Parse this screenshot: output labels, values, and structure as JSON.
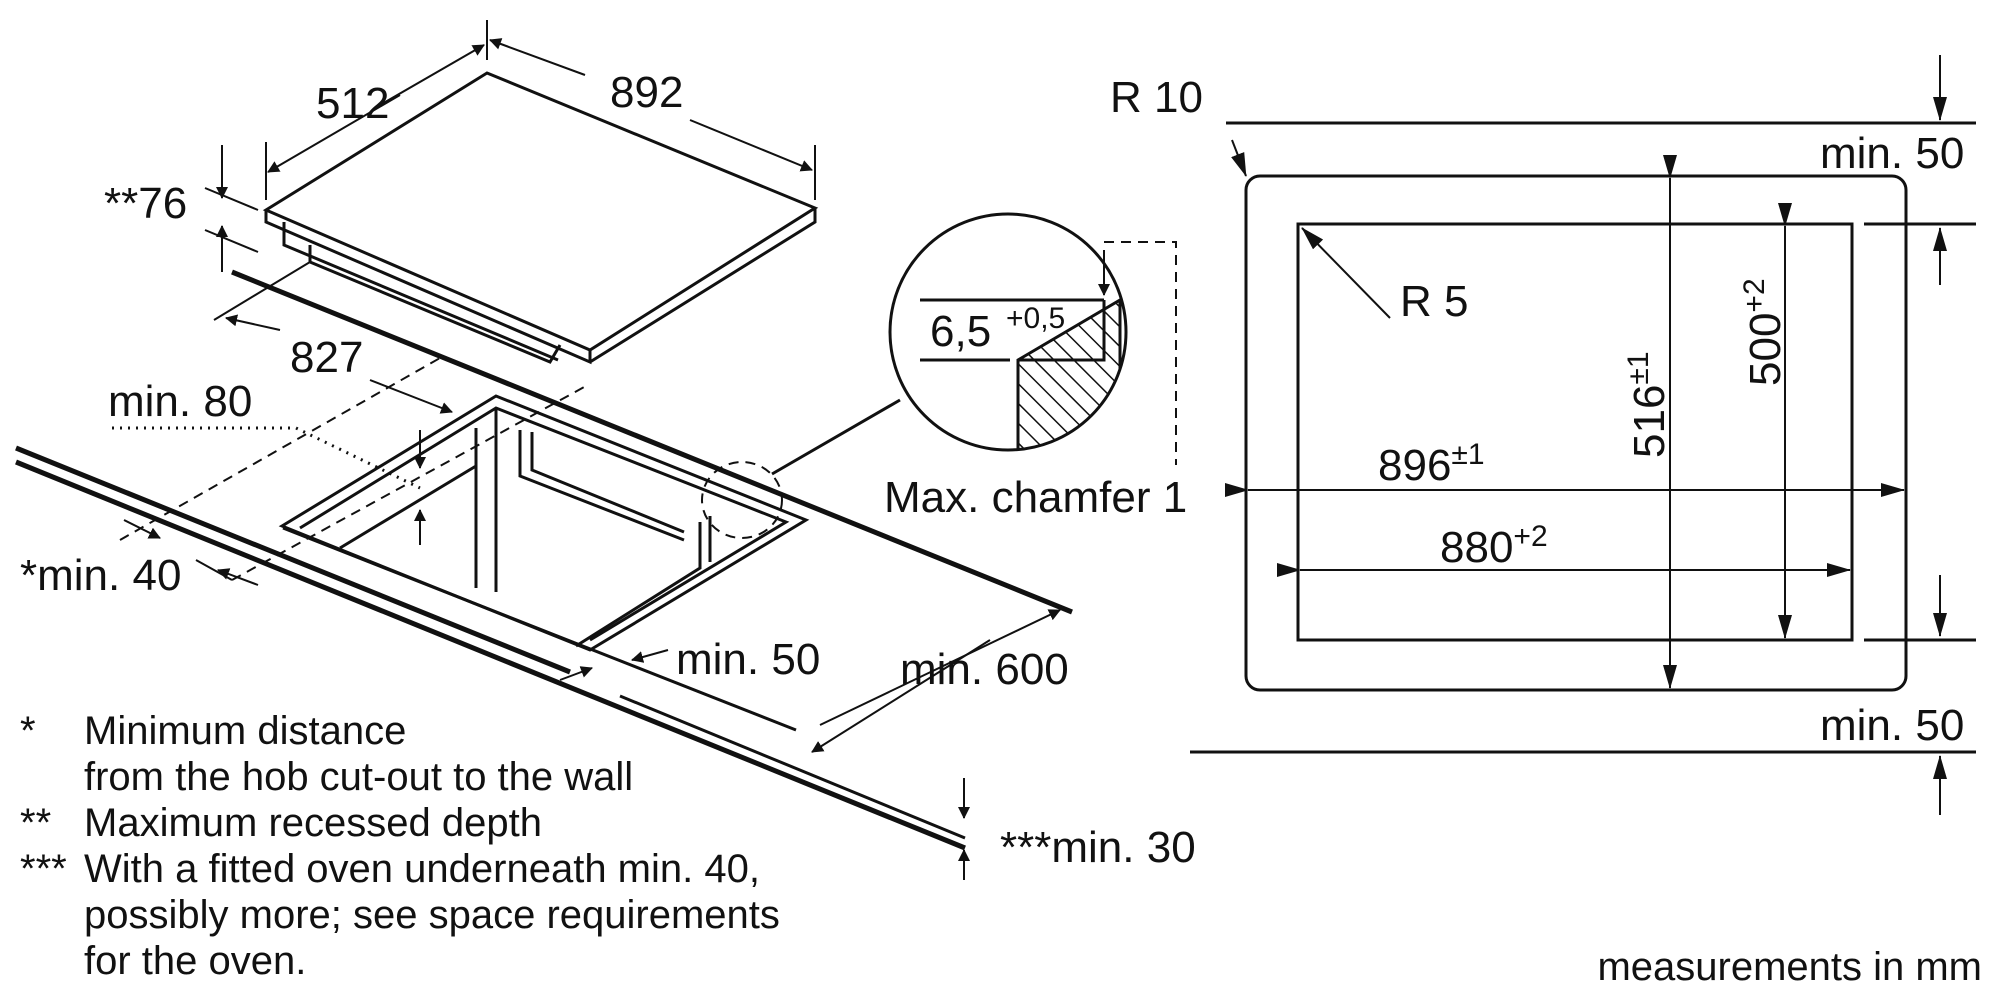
{
  "labels": {
    "dim_512": "512",
    "dim_892": "892",
    "dim_76": "**76",
    "dim_827": "827",
    "min_80": "min. 80",
    "min_40": "*min. 40",
    "min_50_front": "min. 50",
    "min_600": "min. 600",
    "min_30": "***min. 30",
    "chamfer_value": "6,5",
    "chamfer_tol": "+0,5",
    "max_chamfer": "Max. chamfer 1",
    "r10": "R 10",
    "r5": "R 5",
    "min_50_top": "min. 50",
    "min_50_bottom": "min. 50",
    "w896": "896",
    "w896_tol": "±1",
    "w880": "880",
    "w880_tol": "+2",
    "h516": "516",
    "h516_tol": "±1",
    "h500": "500",
    "h500_tol": "+2"
  },
  "notes": [
    {
      "mark": "*",
      "lines": [
        "Minimum distance",
        "from the hob cut-out to the wall"
      ]
    },
    {
      "mark": "**",
      "lines": [
        "Maximum recessed depth"
      ]
    },
    {
      "mark": "***",
      "lines": [
        "With a fitted oven underneath min. 40,",
        "possibly more; see space requirements",
        "for the oven."
      ]
    }
  ],
  "footer": "measurements in mm"
}
